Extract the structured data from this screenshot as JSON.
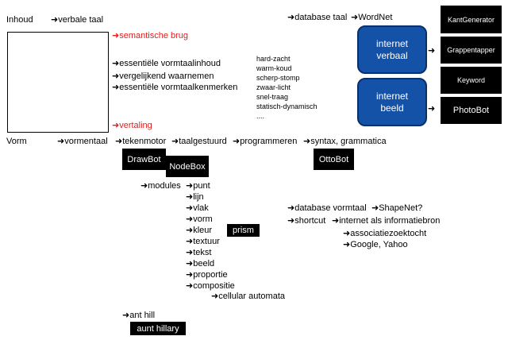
{
  "arrow": "➜",
  "texts": {
    "inhoud": "Inhoud",
    "verbale_taal": "verbale taal",
    "semantische_brug": "semantische brug",
    "essentiele_vormtaalinhoud": "essentiële vormtaalinhoud",
    "vergelijkend_waarnemen": "vergelijkend waarnemen",
    "essentiele_vormtaalkenmerken": "essentiële vormtaalkenmerken",
    "vertaling": "vertaling",
    "database_taal": "database taal",
    "wordnet": "WordNet",
    "vorm": "Vorm",
    "vormentaal": "vormentaal",
    "tekenmotor": "tekenmotor",
    "taalgestuurd": "taalgestuurd",
    "programmeren": "programmeren",
    "syntax": "syntax, grammatica",
    "modules": "modules",
    "database_vormtaal": "database vormtaal",
    "shapenet": "ShapeNet?",
    "shortcut": "shortcut",
    "internet_bron": "internet als informatiebron",
    "associatiezoektocht": "associatiezoektocht",
    "google_yahoo": "Google, Yahoo",
    "ant_hill": "ant hill",
    "cellular_automata": "cellular automata"
  },
  "kenmerken": [
    "hard-zacht",
    "warm-koud",
    "scherp-stomp",
    "zwaar-licht",
    "snel-traag",
    "statisch-dynamisch",
    "...."
  ],
  "modules": [
    "punt",
    "lijn",
    "vlak",
    "vorm",
    "kleur",
    "textuur",
    "tekst",
    "beeld",
    "proportie",
    "compositie"
  ],
  "boxes": {
    "kantgenerator": "KantGenerator",
    "grappentapper": "Grappentapper",
    "keyword": "Keyword",
    "photobot": "PhotoBot",
    "drawbot": "DrawBot",
    "nodebox": "NodeBox",
    "ottobot": "OttoBot",
    "prism": "prism",
    "aunt_hillary": "aunt hillary"
  },
  "bubbles": {
    "internet_verbaal_1": "internet",
    "internet_verbaal_2": "verbaal",
    "internet_beeld_1": "internet",
    "internet_beeld_2": "beeld"
  },
  "colors": {
    "accent_red": "#e01e1e",
    "bubble_blue": "#1452a8",
    "box_black": "#000000"
  }
}
